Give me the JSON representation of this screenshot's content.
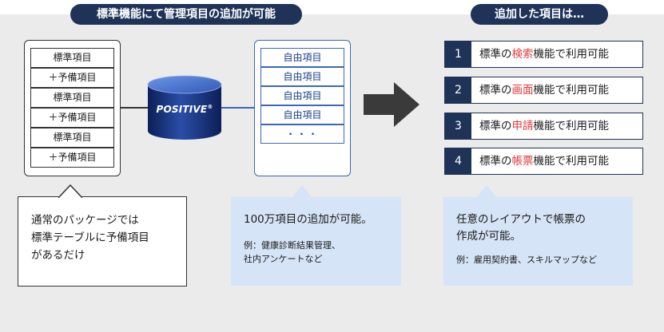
{
  "header": {
    "left_title": "標準機能にて管理項目の追加が可能",
    "right_title": "追加した項目は…"
  },
  "standard_table": {
    "rows": [
      "標準項目",
      "＋予備項目",
      "標準項目",
      "＋予備項目",
      "標準項目",
      "＋予備項目"
    ]
  },
  "database": {
    "label": "POSITIVE",
    "mark": "®"
  },
  "free_items": {
    "rows": [
      "自由項目",
      "自由項目",
      "自由項目",
      "自由項目",
      "・・・"
    ]
  },
  "results": [
    {
      "num": "1",
      "prefix": "標準の",
      "highlight": "検索",
      "suffix": "機能で利用可能"
    },
    {
      "num": "2",
      "prefix": "標準の",
      "highlight": "画面",
      "suffix": "機能で利用可能"
    },
    {
      "num": "3",
      "prefix": "標準の",
      "highlight": "申請",
      "suffix": "機能で利用可能"
    },
    {
      "num": "4",
      "prefix": "標準の",
      "highlight": "帳票",
      "suffix": "機能で利用可能"
    }
  ],
  "callouts": {
    "left": {
      "lines": [
        "通常のパッケージでは",
        "標準テーブルに予備項目",
        "があるだけ"
      ]
    },
    "middle": {
      "main": "100万項目の追加が可能。",
      "sub_lines": [
        "例：健康診断結果管理、",
        "社内アンケートなど"
      ]
    },
    "right": {
      "main_lines": [
        "任意のレイアウトで帳票の",
        "作成が可能。"
      ],
      "sub": "例：雇用契約書、スキルマップなど"
    }
  },
  "colors": {
    "navy": "#1f3359",
    "blue_border": "#3d67b5",
    "highlight_red": "#e03a3a",
    "callout_blue": "#d6e4f7",
    "panel_gray": "#ebebeb"
  }
}
